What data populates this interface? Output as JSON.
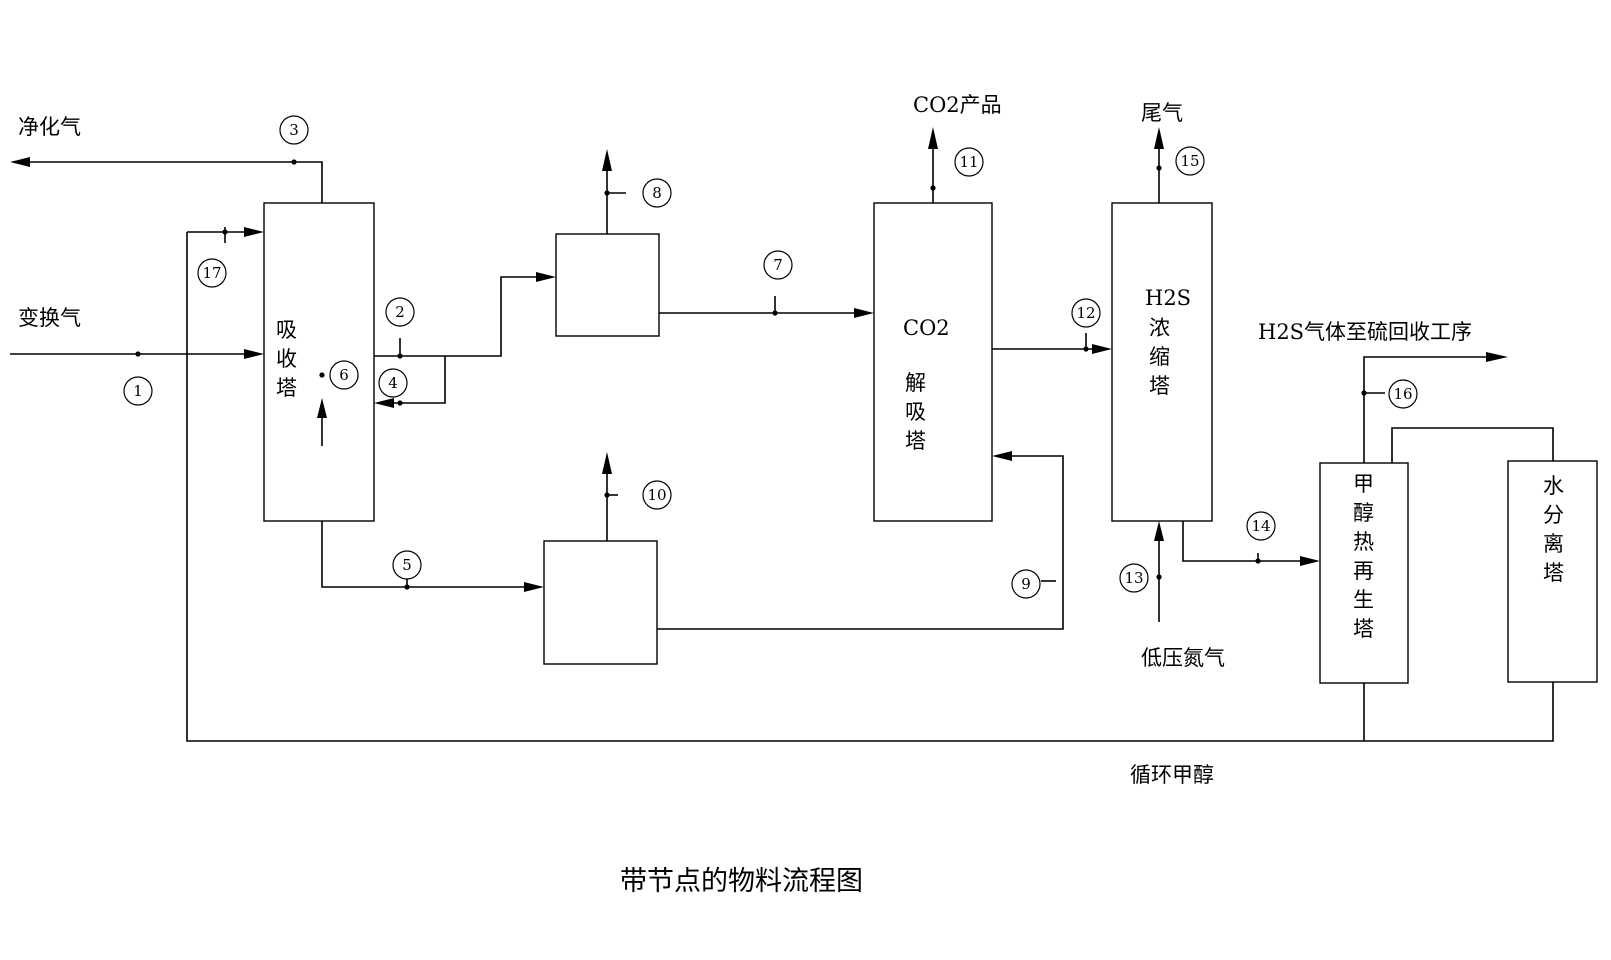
{
  "labels": {
    "purified_gas": "净化气",
    "shift_gas": "变换气",
    "co2_product": "CO2产品",
    "tail_gas": "尾气",
    "h2s_to_sulfur": "H2S气体至硫回收工序",
    "low_pressure_n2": "低压氮气",
    "recycle_methanol": "循环甲醇",
    "caption": "带节点的物料流程图"
  },
  "towers": {
    "absorber": [
      "吸",
      "收",
      "塔"
    ],
    "co2_desorber_top": "CO2",
    "co2_desorber": [
      "解",
      "吸",
      "塔"
    ],
    "h2s_top": "H2S",
    "h2s_concentrator": [
      "浓",
      "缩",
      "塔"
    ],
    "methanol_regen": [
      "甲",
      "醇",
      "热",
      "再",
      "生",
      "塔"
    ],
    "water_sep": [
      "水",
      "分",
      "离",
      "塔"
    ]
  },
  "nodes": [
    "1",
    "2",
    "3",
    "4",
    "5",
    "6",
    "7",
    "8",
    "9",
    "10",
    "11",
    "12",
    "13",
    "14",
    "15",
    "16",
    "17"
  ],
  "colors": {
    "line": "#000000",
    "background": "#ffffff"
  }
}
